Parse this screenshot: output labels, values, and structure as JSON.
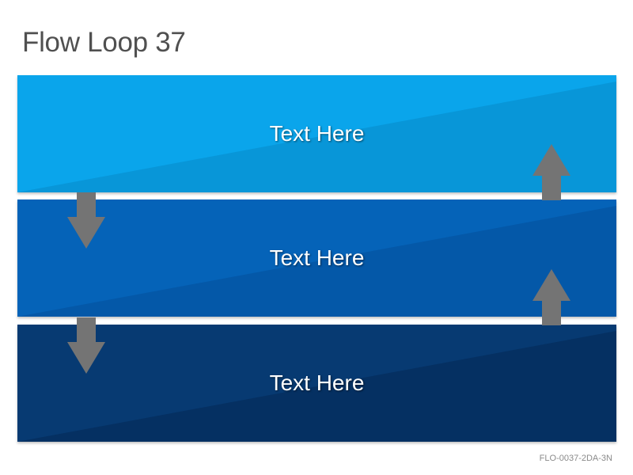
{
  "title": "Flow Loop 37",
  "bands": [
    {
      "label": "Text Here",
      "color": "#0AA5EB",
      "shade": "#0896D8"
    },
    {
      "label": "Text Here",
      "color": "#0563B8",
      "shade": "#0458A8"
    },
    {
      "label": "Text Here",
      "color": "#073A72",
      "shade": "#053062"
    }
  ],
  "arrow_color": "#747474",
  "footer_code": "FLO-0037-2DA-3N"
}
